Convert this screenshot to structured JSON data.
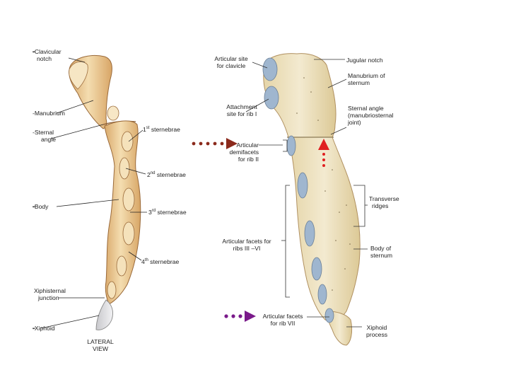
{
  "left_view": {
    "caption": [
      "LATERAL",
      "VIEW"
    ],
    "labels": {
      "clavicular_notch": [
        "-Clavicular",
        "notch"
      ],
      "manubrium": "-Manubrium",
      "sternal_angle": [
        "-Sternal",
        "angle"
      ],
      "body": "-Body",
      "xiphisternal_junction": [
        "Xiphisternal",
        "junction"
      ],
      "xiphoid": "-Xiphoid",
      "sternebrae_1": {
        "num": "1",
        "sup": "st",
        "text": " sternebrae"
      },
      "sternebrae_2": {
        "num": "2",
        "sup": "nd",
        "text": " sternebrae"
      },
      "sternebrae_3": {
        "num": "3",
        "sup": "rd",
        "text": " sternebrae"
      },
      "sternebrae_4": {
        "num": "4",
        "sup": "th",
        "text": " sternebrae"
      }
    }
  },
  "right_view": {
    "labels": {
      "articular_site_clavicle": [
        "Articular site",
        "for clavicle"
      ],
      "jugular_notch": "Jugular notch",
      "manubrium_of_sternum": [
        "Manubrium of",
        "sternum"
      ],
      "attachment_rib_i": [
        "Attachment",
        "site for rib I"
      ],
      "sternal_angle": [
        "Sternal angle",
        "(manubriosternal",
        "joint)"
      ],
      "articular_demifacets": [
        "Articular",
        "demifacets",
        "for rib II"
      ],
      "transverse_ridges": [
        "Transverse",
        "ridges"
      ],
      "articular_facets_iii_vi": [
        "Articular facets for",
        "ribs III –VI"
      ],
      "body_of_sternum": [
        "Body of",
        "sternum"
      ],
      "articular_facets_vii": [
        "Articular facets",
        "for rib VII"
      ],
      "xiphoid_process": [
        "Xiphoid",
        "process"
      ]
    }
  },
  "colors": {
    "bone_fill": "#f0d7a6",
    "bone_fill_right": "#f1e6c3",
    "bone_edge": "#b07b45",
    "facet": "#9fb6cf",
    "arrow_red": "#8b2a1c",
    "arrow_purple": "#7a1a8a",
    "indicator_red": "#e02020"
  },
  "icons": [
    "arrow-right-red-icon",
    "arrow-right-purple-icon",
    "arrow-up-red-icon"
  ]
}
